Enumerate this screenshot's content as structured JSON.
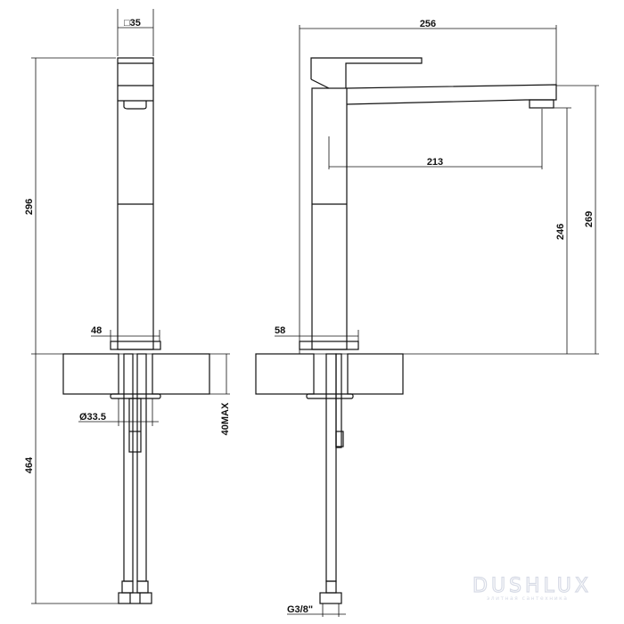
{
  "front_view": {
    "width_label": "□35",
    "height_label": "296",
    "base_label": "48",
    "hole_label": "Ø33.5",
    "counter_label": "40MAX",
    "hose_label": "464"
  },
  "side_view": {
    "length_label": "256",
    "reach_label": "213",
    "outlet_height_label": "246",
    "total_height_label": "269",
    "base_label": "58",
    "thread_label": "G3/8\""
  },
  "watermark": {
    "brand": "DUSHLUX",
    "tagline": "элитная сантехника"
  },
  "colors": {
    "line": "#111111",
    "watermark": "#d7dbe6"
  }
}
